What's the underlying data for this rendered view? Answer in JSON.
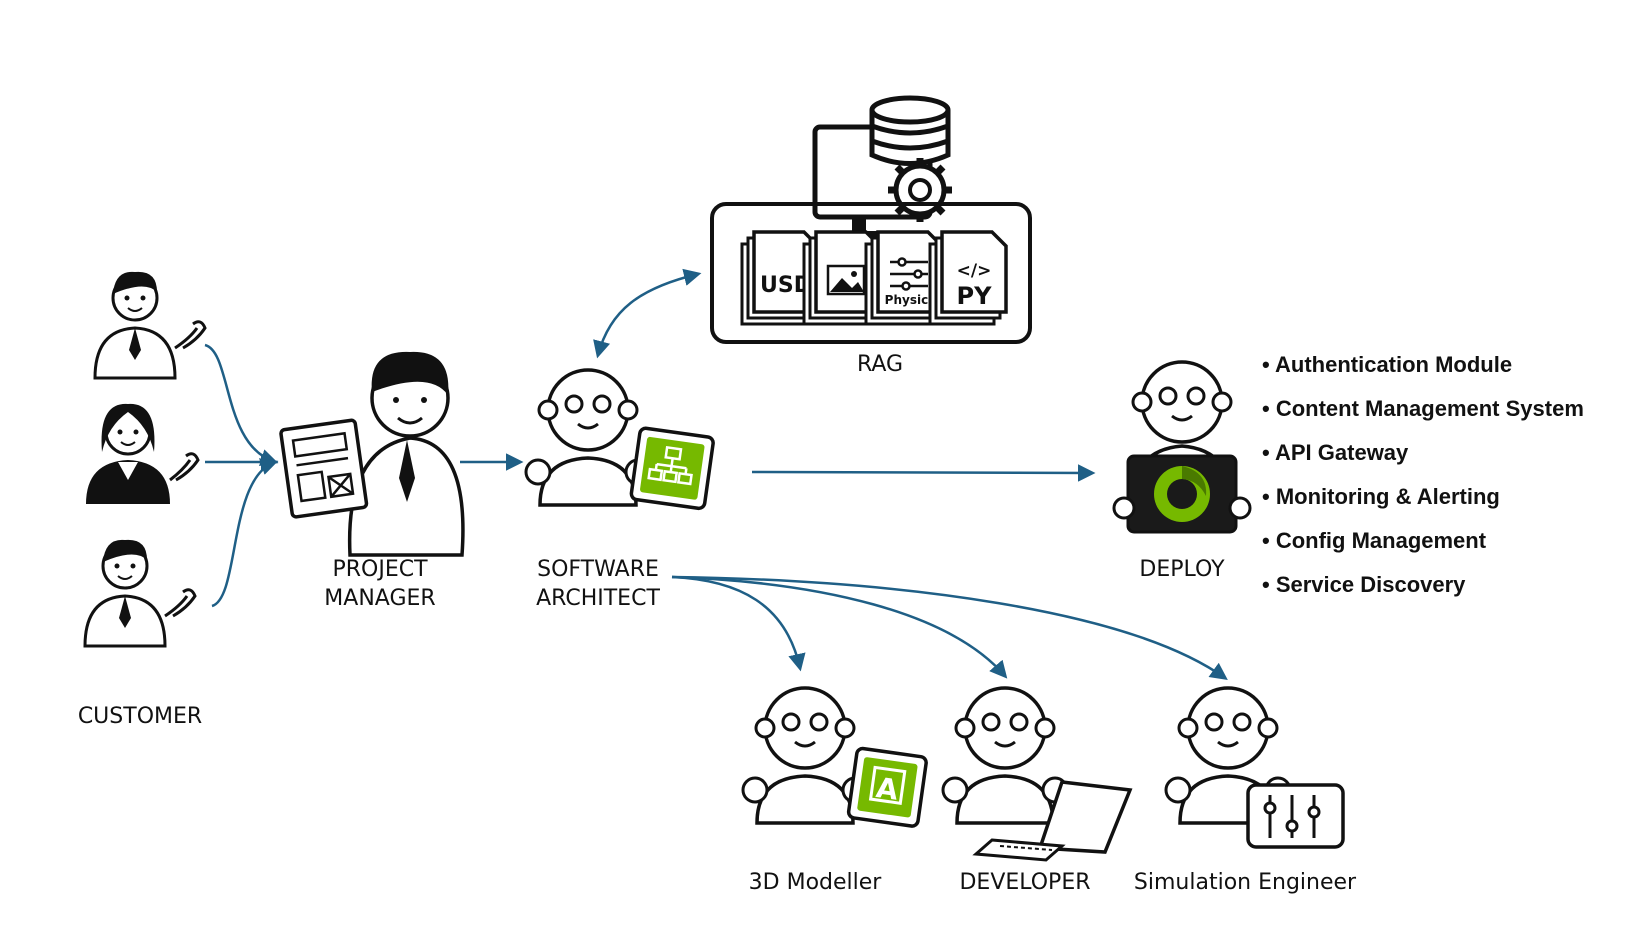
{
  "labels": {
    "customer": "CUSTOMER",
    "project_manager_1": "PROJECT",
    "project_manager_2": "MANAGER",
    "software_architect_1": "SOFTWARE",
    "software_architect_2": "ARCHITECT",
    "rag": "RAG",
    "deploy": "DEPLOY",
    "modeller": "3D Modeller",
    "developer": "DEVELOPER",
    "sim_engineer": "Simulation Engineer"
  },
  "rag_docs": {
    "usd": "USD",
    "physics": "Physics",
    "code": "</>",
    "py": "PY"
  },
  "tablet_letter": "A",
  "services": [
    "Authentication Module",
    "Content Management System",
    "API Gateway",
    "Monitoring & Alerting",
    "Config Management",
    "Service Discovery"
  ],
  "colors": {
    "arrow": "#1f5f86",
    "accent_green": "#76b900",
    "ink": "#111111"
  },
  "icons": {
    "customers": "person-icon",
    "project_manager": "person-with-document-icon",
    "robots": "robot-icon",
    "rag_database": "database-gear-icon",
    "deploy_logo": "green-swirl-logo-icon"
  }
}
